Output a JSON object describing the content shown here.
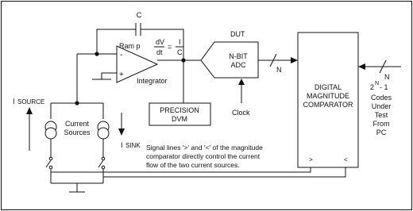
{
  "labels": {
    "capacitor": "C",
    "ramp_text": "Ram p",
    "dv": "dV",
    "dt": "dt",
    "equals": "=",
    "i_num": "I",
    "c_den": "C",
    "minus": "-",
    "plus": "+",
    "integrator": "Integrator",
    "dut": "DUT",
    "adc_line1": "N-BIT",
    "adc_line2": "ADC",
    "n_adc": "N",
    "clock": "Clock",
    "dvm_line1": "PRECISION",
    "dvm_line2": "DVM",
    "comp_line1": "DIGITAL",
    "comp_line2": "MAGNITUDE",
    "comp_line3": "COMPARATOR",
    "gt": ">",
    "lt": "<",
    "n_pc": "N",
    "pow_base": "2",
    "pow_exp": "N",
    "pow_minus": "- 1",
    "codes_line1": "Codes",
    "codes_line2": "Under",
    "codes_line3": "Test",
    "codes_line4": "From",
    "codes_line5": "PC",
    "isource_i": "I",
    "isource_sub": "SOURCE",
    "isink_i": "I",
    "isink_sub": "SINK",
    "current_line1": "Current",
    "current_line2": "Sources",
    "note_line1": "Signal lines '>' and '<' of the magnitude",
    "note_line2": "comparator directly control the current",
    "note_line3": "flow of the two current sources."
  }
}
